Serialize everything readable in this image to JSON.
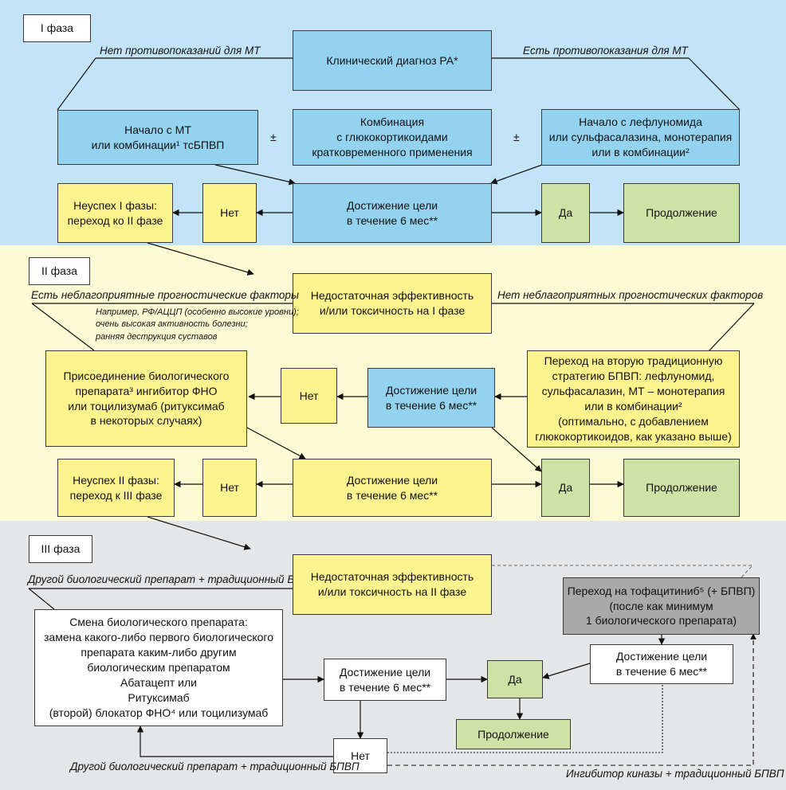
{
  "colors": {
    "phase1_bg": "#c3e4f6",
    "phase2_bg": "#fdfbd3",
    "phase3_bg": "#e5e6e8",
    "blue_box": "#93d3ef",
    "yellow_box": "#fdf38e",
    "green_box": "#cde3a6",
    "gray_box": "#a9a9a9"
  },
  "phase1": {
    "label": "I фаза",
    "diagnosis": "Клинический диагноз РА*",
    "no_contra": "Нет противопоказаний для МТ",
    "has_contra": "Есть противопоказания для МТ",
    "start_mt": "Начало с МТ\nили комбинации¹ тсБПВП",
    "combination": "Комбинация\nс глюкокортикоидами\nкратковременного применения",
    "start_lef": "Начало с лефлуномида\nили сульфасалазина, монотерапия\nили в комбинации²",
    "plus_minus_left": "±",
    "plus_minus_right": "±",
    "goal": "Достижение цели\nв течение 6 мес**",
    "no": "Нет",
    "yes": "Да",
    "failure": "Неуспех I фазы:\nпереход ко II фазе",
    "continue": "Продолжение"
  },
  "phase2": {
    "label": "II фаза",
    "insufficient": "Недостаточная эффективность\nи/или токсичность на I фазе",
    "unfavorable": "Есть неблагоприятные прогностические факторы",
    "favorable": "Нет неблагоприятных прогностических факторов",
    "examples": "Например, РФ/АЦЦП (особенно высокие уровни);\nочень высокая активность болезни;\nранняя деструкция суставов",
    "biologic": "Присоединение биологического\nпрепарата³ ингибитор ФНО\nили тоцилизумаб (ритуксимаб\nв некоторых случаях)",
    "switch_strategy": "Переход на вторую традиционную\nстратегию БПВП: лефлуномид,\nсульфасалазин, МТ – монотерапия\nили в комбинации²\n(оптимально, с добавлением\nглюкокортикоидов, как указано выше)",
    "goal_right": "Достижение цели\nв течение 6 мес**",
    "no_top": "Нет",
    "goal_bottom": "Достижение цели\nв течение 6 мес**",
    "no_bottom": "Нет",
    "failure": "Неуспех II фазы:\nпереход к III фазе",
    "yes": "Да",
    "continue": "Продолжение"
  },
  "phase3": {
    "label": "III фаза",
    "other_bio_top": "Другой биологический препарат + традиционный БПВП",
    "insufficient": "Недостаточная эффективность\nи/или токсичность на II фазе",
    "tofacitinib": "Переход на тофацитиниб⁵ (+ БПВП)\n(после как минимум\n1 биологического препарата)",
    "change_bio": "Смена биологического препарата:\nзамена какого-либо первого биологического\nпрепарата каким-либо другим\nбиологическим препаратом\nАбатацепт или\nРитуксимаб\n(второй) блокатор ФНО⁴ или тоцилизумаб",
    "goal_left": "Достижение цели\nв течение 6 мес**",
    "yes": "Да",
    "goal_right": "Достижение цели\nв течение 6 мес**",
    "continue": "Продолжение",
    "no": "Нет",
    "other_bio_bottom": "Другой биологический препарат + традиционный БПВП",
    "kinase": "Ингибитор киназы + традиционный БПВП"
  }
}
